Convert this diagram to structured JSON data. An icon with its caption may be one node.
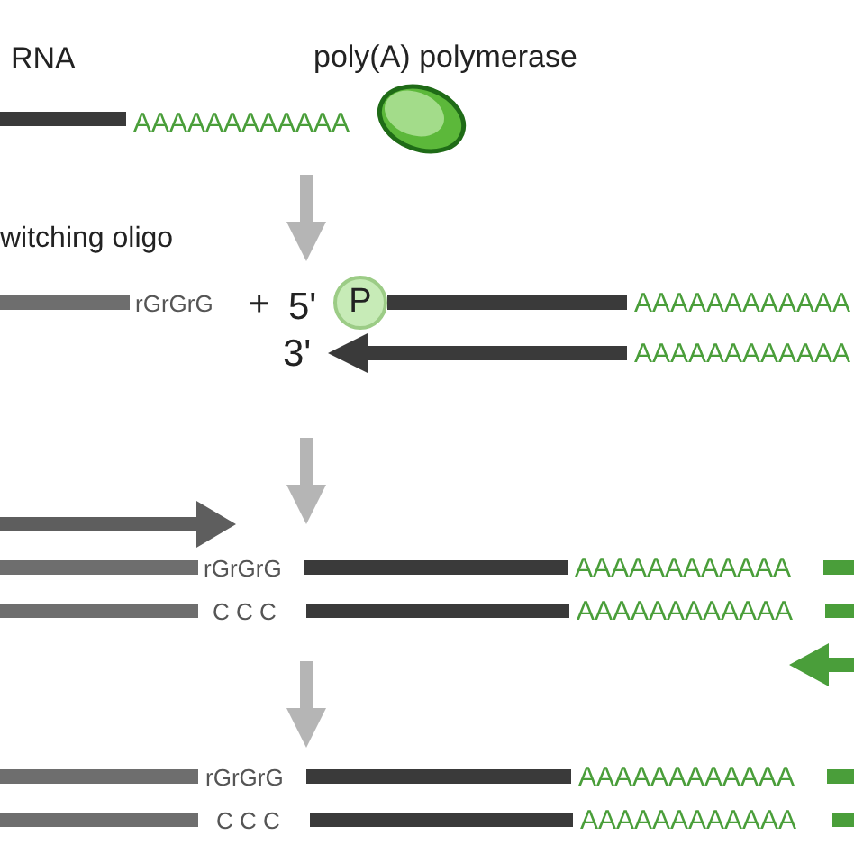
{
  "diagram": {
    "nodes": [
      {
        "text": [
          "poly(A) polymerase"
        ]
      },
      {
        "text": [
          "P"
        ]
      }
    ],
    "labels": [
      "RNA",
      "AAAAAAAAAAAA",
      "witching oligo",
      "rGrGrG",
      "+",
      "5'",
      "AAAAAAAAAAAA",
      "3'",
      "AAAAAAAAAAAA",
      "rGrGrG",
      "AAAAAAAAAAAA",
      "C C C",
      "AAAAAAAAAAAA",
      "rGrGrG",
      "AAAAAAAAAAAA",
      "C C C",
      "AAAAAAAAAAAA"
    ]
  }
}
